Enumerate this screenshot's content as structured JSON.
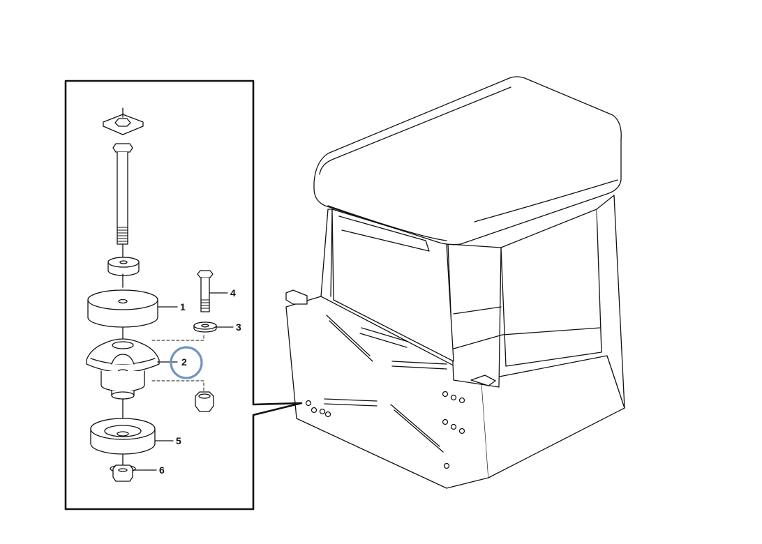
{
  "callouts": {
    "c1": "1",
    "c2": "2",
    "c3": "3",
    "c4": "4",
    "c5": "5",
    "c6": "6"
  },
  "highlight": {
    "item": "2",
    "color": "#6f95c0"
  },
  "colors": {
    "line": "#111111",
    "part_fill": "#ffffff"
  }
}
